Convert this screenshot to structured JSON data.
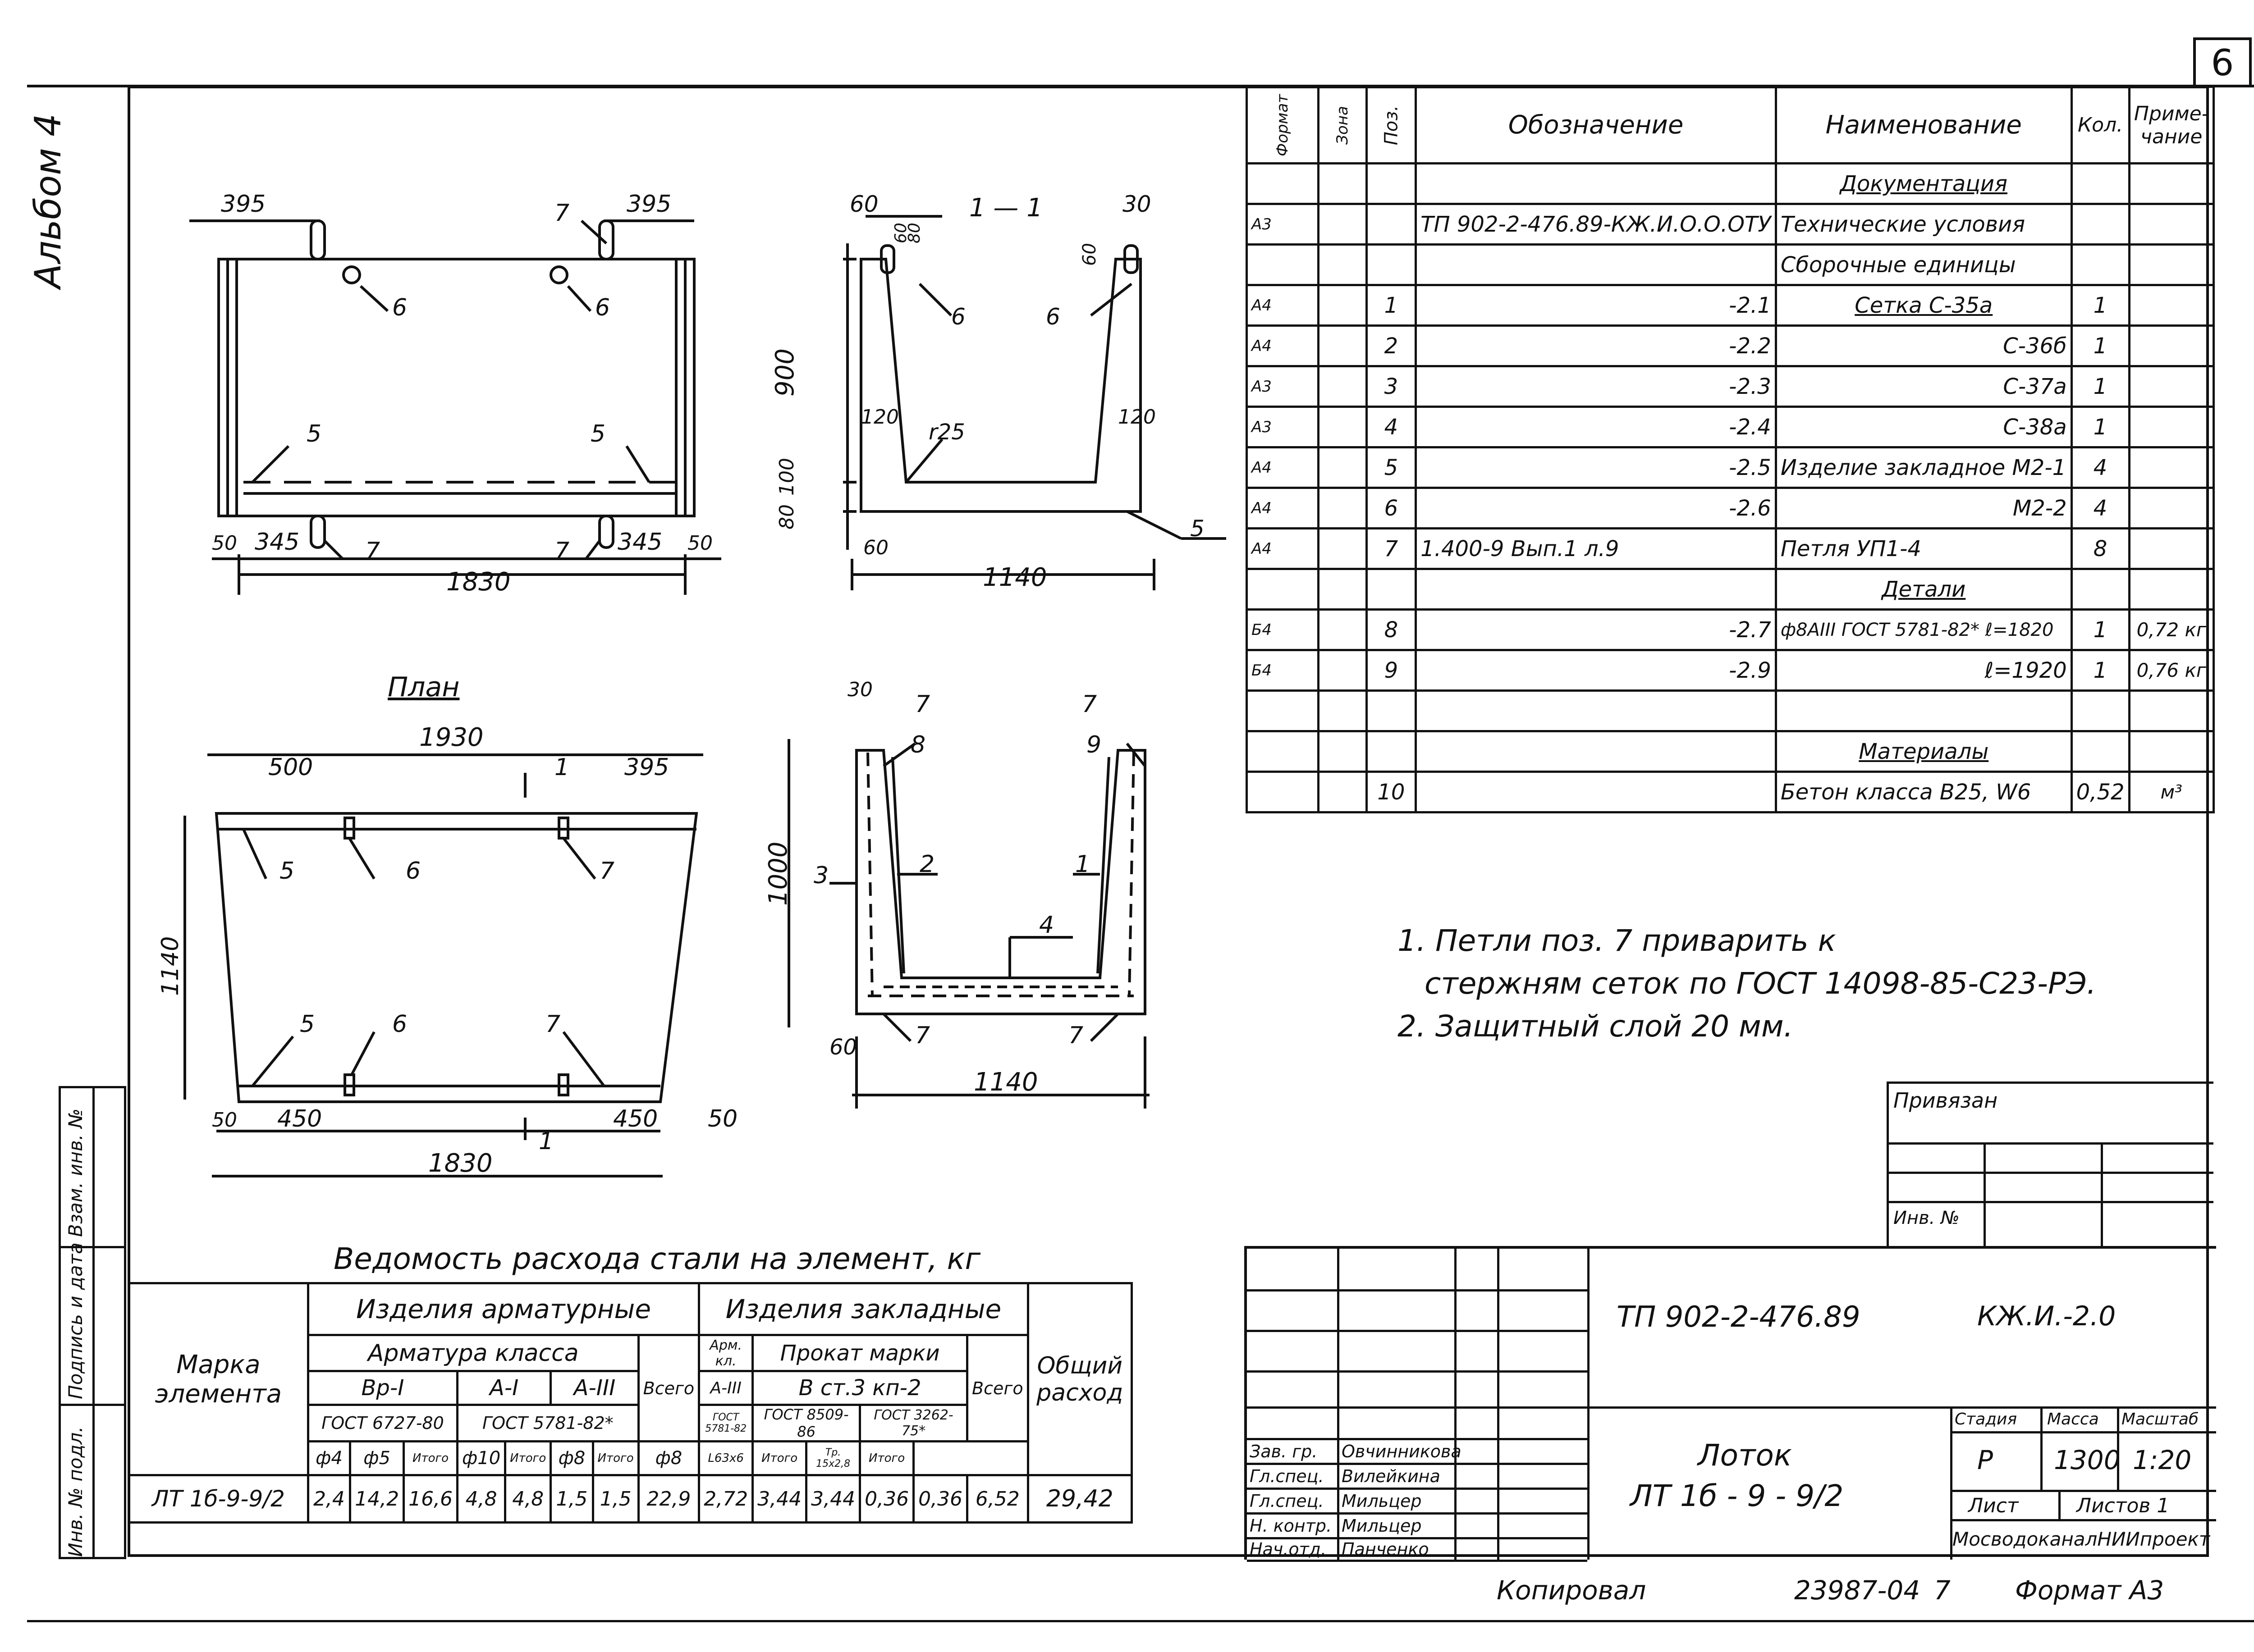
{
  "sheet": {
    "number": "6",
    "album": "Альбом 4",
    "copied": "Копировал",
    "copy_no": "23987-04",
    "copy_7": "7",
    "format": "Формат А3"
  },
  "drawings": {
    "elevation": {
      "dims_top": [
        "395",
        "395"
      ],
      "dims_bottom": [
        "50",
        "345",
        "345",
        "50"
      ],
      "overall": "1830",
      "callouts": [
        "7",
        "6",
        "6",
        "5",
        "5",
        "7",
        "7"
      ]
    },
    "section_1_1": {
      "title": "1 — 1",
      "dims": [
        "60",
        "60",
        "80",
        "30",
        "60",
        "900",
        "80",
        "100",
        "120",
        "120",
        "r25",
        "60",
        "1140"
      ],
      "callouts": [
        "6",
        "6",
        "5"
      ]
    },
    "plan": {
      "title": "План",
      "dims": [
        "1930",
        "500",
        "395",
        "1140",
        "50",
        "450",
        "450",
        "50",
        "1830"
      ],
      "callouts": [
        "1",
        "5",
        "6",
        "7",
        "5",
        "6",
        "7",
        "1"
      ]
    },
    "section_reinf": {
      "dims": [
        "30",
        "1000",
        "60",
        "1140"
      ],
      "callouts": [
        "7",
        "8",
        "7",
        "9",
        "3",
        "2",
        "1",
        "4",
        "7",
        "7"
      ]
    }
  },
  "spec": {
    "headers": [
      "Формат",
      "Зона",
      "Поз.",
      "Обозначение",
      "Наименование",
      "Кол.",
      "Приме-чание"
    ],
    "rows": [
      {
        "fmt": "",
        "pos": "",
        "des": "",
        "name": "Документация",
        "qty": "",
        "note": ""
      },
      {
        "fmt": "А3",
        "pos": "",
        "des": "ТП 902-2-476.89-КЖ.И.О.О.ОТУ",
        "name": "Технические условия",
        "qty": "",
        "note": ""
      },
      {
        "fmt": "",
        "pos": "",
        "des": "",
        "name": "Сборочные единицы",
        "qty": "",
        "note": ""
      },
      {
        "fmt": "А4",
        "pos": "1",
        "des": "-2.1",
        "name": "Сетка          С-35а",
        "qty": "1",
        "note": ""
      },
      {
        "fmt": "А4",
        "pos": "2",
        "des": "-2.2",
        "name": "С-36б",
        "qty": "1",
        "note": ""
      },
      {
        "fmt": "А3",
        "pos": "3",
        "des": "-2.3",
        "name": "С-37а",
        "qty": "1",
        "note": ""
      },
      {
        "fmt": "А3",
        "pos": "4",
        "des": "-2.4",
        "name": "С-38а",
        "qty": "1",
        "note": ""
      },
      {
        "fmt": "А4",
        "pos": "5",
        "des": "-2.5",
        "name": "Изделие закладное М2-1",
        "qty": "4",
        "note": ""
      },
      {
        "fmt": "А4",
        "pos": "6",
        "des": "-2.6",
        "name": "М2-2",
        "qty": "4",
        "note": ""
      },
      {
        "fmt": "А4",
        "pos": "7",
        "des": "1.400-9  Вып.1 л.9",
        "name": "Петля        УП1-4",
        "qty": "8",
        "note": ""
      },
      {
        "fmt": "",
        "pos": "",
        "des": "",
        "name": "Детали",
        "qty": "",
        "note": ""
      },
      {
        "fmt": "Б4",
        "pos": "8",
        "des": "-2.7",
        "name": "ф8АIII ГОСТ 5781-82* ℓ=1820",
        "qty": "1",
        "note": "0,72 кг"
      },
      {
        "fmt": "Б4",
        "pos": "9",
        "des": "-2.9",
        "name": "ℓ=1920",
        "qty": "1",
        "note": "0,76 кг"
      },
      {
        "fmt": "",
        "pos": "",
        "des": "",
        "name": "",
        "qty": "",
        "note": ""
      },
      {
        "fmt": "",
        "pos": "",
        "des": "",
        "name": "Материалы",
        "qty": "",
        "note": ""
      },
      {
        "fmt": "",
        "pos": "10",
        "des": "",
        "name": "Бетон класса В25, W6",
        "qty": "0,52",
        "note": "м³"
      }
    ]
  },
  "notes": [
    "1. Петли поз. 7 приварить к",
    "стержням сеток по ГОСТ 14098-85-С23-РЭ.",
    "2. Защитный слой 20 мм."
  ],
  "steel": {
    "title": "Ведомость расхода стали на элемент, кг",
    "h_mark": "Марка элемента",
    "h_reinf": "Изделия арматурные",
    "h_reinf_class": "Арматура класса",
    "h_emb": "Изделия закладные",
    "h_total": "Общий расход",
    "c_vp": "Вр-I",
    "c_ai": "А-I",
    "c_aiii": "А-III",
    "h_vsego": "Всего",
    "h_arm_kl": "Арм. кл.",
    "h_prokat": "Прокат марки",
    "h_vst": "В ст.3 кп-2",
    "g_6727": "ГОСТ 6727-80",
    "g_5781": "ГОСТ 5781-82*",
    "g_emb_aiii": "А-III",
    "g_emb_5781": "ГОСТ 5781-82",
    "g_8509": "ГОСТ 8509-86",
    "g_3262": "ГОСТ 3262-75*",
    "s_f4": "ф4",
    "s_f5": "ф5",
    "s_itogo": "Итого",
    "s_f10": "ф10",
    "s_f8": "ф8",
    "s_l63": "L63х6",
    "s_tr": "Тр. 15х2,8",
    "row_mark": "ЛТ 1б-9-9/2",
    "values": [
      "2,4",
      "14,2",
      "16,6",
      "4,8",
      "4,8",
      "1,5",
      "1,5",
      "22,9",
      "2,72",
      "3,44",
      "3,44",
      "0,36",
      "0,36",
      "6,52",
      "29,42"
    ]
  },
  "privyazan": {
    "title": "Привязан",
    "inv": "Инв. №"
  },
  "side_stamp": [
    "Взам. инв. №",
    "Подпись и дата",
    "Инв. № подл."
  ],
  "title_block": {
    "code": "ТП 902-2-476.89",
    "sheet_code": "КЖ.И.-2.0",
    "name_line1": "Лоток",
    "name_line2": "ЛТ 1б - 9 - 9/2",
    "stage_h": "Стадия",
    "mass_h": "Масса",
    "scale_h": "Масштаб",
    "stage": "Р",
    "mass": "1300",
    "scale": "1:20",
    "list_label": "Лист",
    "lists_label": "Листов 1",
    "org": "МосводоканалНИИпроект",
    "roles": [
      "Зав. гр.",
      "Гл.спец.",
      "Гл.спец.",
      "Н. контр.",
      "Нач.отд."
    ],
    "people": [
      "Овчинникова",
      "Вилейкина",
      "Мильцер",
      "Мильцер",
      "Панченко"
    ]
  }
}
